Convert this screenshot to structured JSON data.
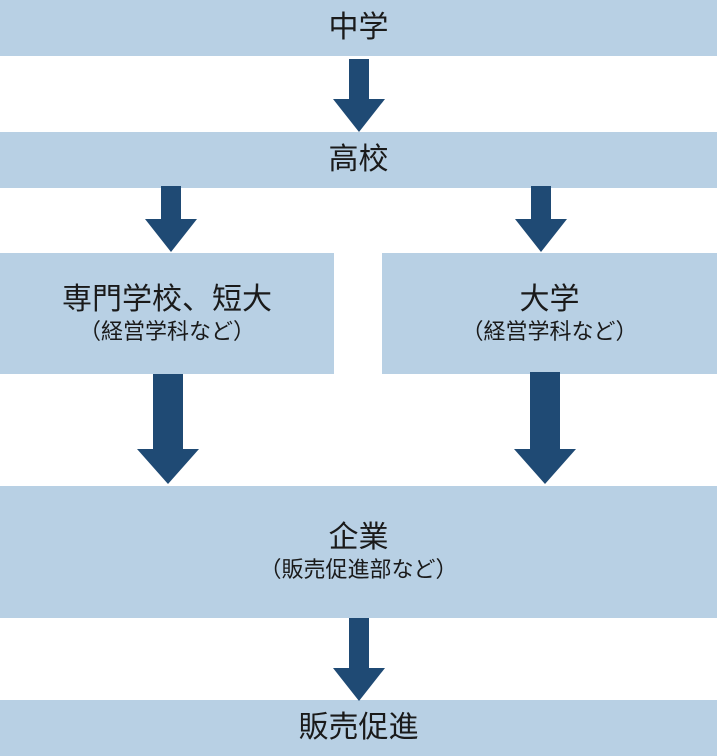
{
  "colors": {
    "box_fill": "#b8d0e4",
    "arrow_fill": "#1f4a74",
    "text": "#1a1a1a"
  },
  "nodes": {
    "junior_high": {
      "label": "中学"
    },
    "high_school": {
      "label": "高校"
    },
    "vocational": {
      "label": "専門学校、短大",
      "sub": "（経営学科など）"
    },
    "university": {
      "label": "大学",
      "sub": "（経営学科など）"
    },
    "company": {
      "label": "企業",
      "sub": "（販売促進部など）"
    },
    "sales_promotion": {
      "label": "販売促進"
    }
  }
}
